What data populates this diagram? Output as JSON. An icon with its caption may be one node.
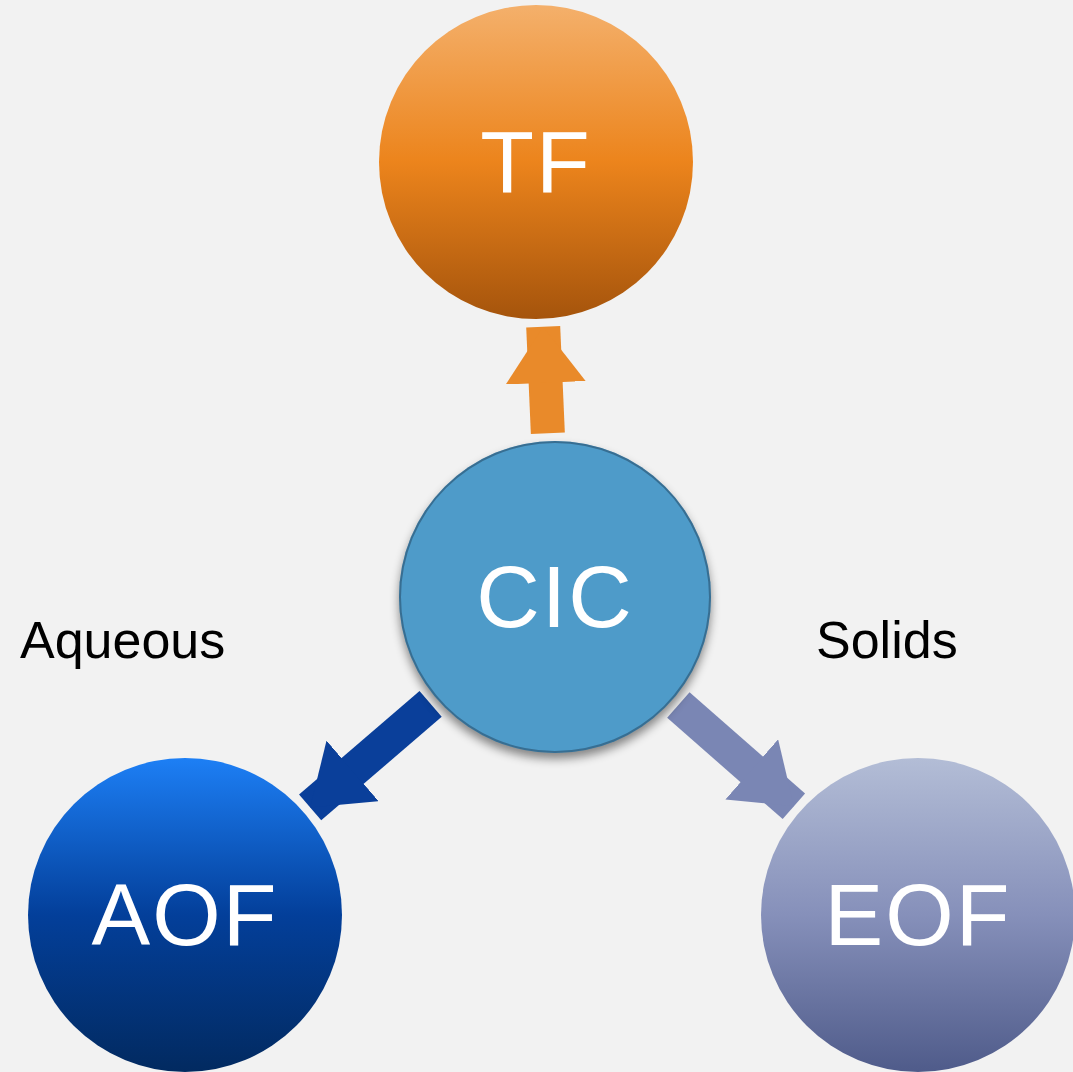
{
  "diagram": {
    "nodes": [
      {
        "text": [
          "TF"
        ]
      },
      {
        "text": [
          "CIC"
        ]
      },
      {
        "text": [
          "AOF"
        ]
      },
      {
        "text": [
          "EOF"
        ]
      }
    ],
    "edges": [
      {
        "from": 1,
        "to": 0,
        "arrow": "to",
        "color": "#e98a2a"
      },
      {
        "from": 1,
        "to": 2,
        "arrow": "to",
        "color": "#0a3f9a",
        "label": "Aqueous"
      },
      {
        "from": 1,
        "to": 3,
        "arrow": "to",
        "color": "#7a86b4",
        "label": "Solids"
      }
    ]
  }
}
